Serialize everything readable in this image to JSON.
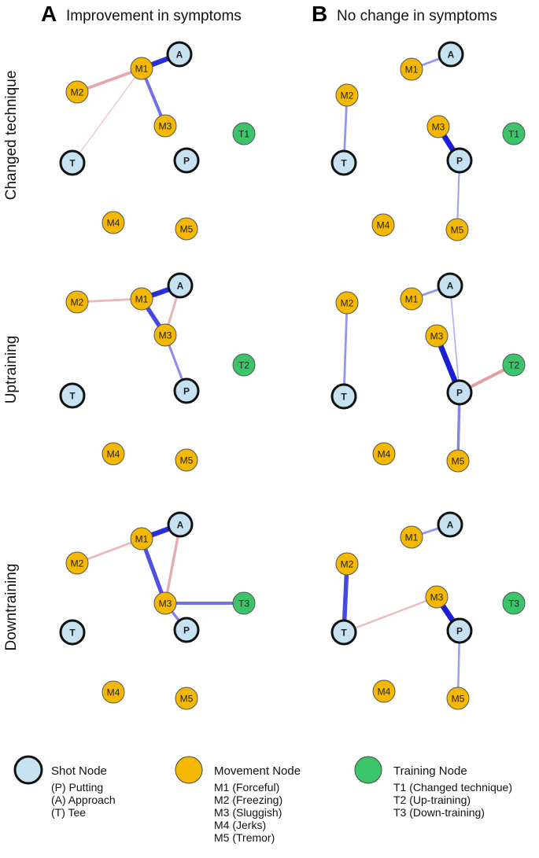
{
  "panels": [
    {
      "letter": "A",
      "title": "Improvement in symptoms"
    },
    {
      "letter": "B",
      "title": "No change in symptoms"
    }
  ],
  "rows": [
    {
      "label": "Changed technique"
    },
    {
      "label": "Uptraining"
    },
    {
      "label": "Downtraining"
    }
  ],
  "colors": {
    "shot": "#c6e2f0",
    "movement": "#f5b800",
    "training": "#3cc46a",
    "positive_edge": "#1a1fd6",
    "negative_edge": "#d06a6a"
  },
  "legend": [
    {
      "type": "shot",
      "title": "Shot Node",
      "items": [
        "(P) Putting",
        "(A) Approach",
        "(T) Tee"
      ]
    },
    {
      "type": "movement",
      "title": "Movement Node",
      "items": [
        "M1 (Forceful)",
        "M2 (Freezing)",
        "M3 (Sluggish)",
        "M4 (Jerks)",
        "M5 (Tremor)"
      ]
    },
    {
      "type": "training",
      "title": "Training Node",
      "items": [
        "T1 (Changed technique)",
        "T2 (Up-training)",
        "T3 (Down-training)"
      ]
    }
  ],
  "networks": [
    {
      "panel": "A",
      "row": "Changed technique",
      "nodes": [
        {
          "id": "M1",
          "type": "movement"
        },
        {
          "id": "A",
          "type": "shot"
        },
        {
          "id": "M2",
          "type": "movement"
        },
        {
          "id": "M3",
          "type": "movement"
        },
        {
          "id": "T1",
          "type": "training"
        },
        {
          "id": "T",
          "type": "shot"
        },
        {
          "id": "P",
          "type": "shot"
        },
        {
          "id": "M4",
          "type": "movement"
        },
        {
          "id": "M5",
          "type": "movement"
        }
      ],
      "edges": [
        {
          "from": "M1",
          "to": "A",
          "sign": "positive",
          "weight": 0.9
        },
        {
          "from": "M1",
          "to": "M2",
          "sign": "negative",
          "weight": 0.45
        },
        {
          "from": "M1",
          "to": "M3",
          "sign": "positive",
          "weight": 0.5
        },
        {
          "from": "M1",
          "to": "T",
          "sign": "negative",
          "weight": 0.1
        }
      ]
    },
    {
      "panel": "B",
      "row": "Changed technique",
      "nodes": [
        {
          "id": "M1",
          "type": "movement"
        },
        {
          "id": "A",
          "type": "shot"
        },
        {
          "id": "M2",
          "type": "movement"
        },
        {
          "id": "M3",
          "type": "movement"
        },
        {
          "id": "T1",
          "type": "training"
        },
        {
          "id": "T",
          "type": "shot"
        },
        {
          "id": "P",
          "type": "shot"
        },
        {
          "id": "M4",
          "type": "movement"
        },
        {
          "id": "M5",
          "type": "movement"
        }
      ],
      "edges": [
        {
          "from": "M1",
          "to": "A",
          "sign": "positive",
          "weight": 0.3
        },
        {
          "from": "M2",
          "to": "T",
          "sign": "positive",
          "weight": 0.3
        },
        {
          "from": "M3",
          "to": "P",
          "sign": "positive",
          "weight": 1.0
        },
        {
          "from": "P",
          "to": "M5",
          "sign": "positive",
          "weight": 0.2
        }
      ]
    },
    {
      "panel": "A",
      "row": "Uptraining",
      "nodes": [
        {
          "id": "M1",
          "type": "movement"
        },
        {
          "id": "A",
          "type": "shot"
        },
        {
          "id": "M2",
          "type": "movement"
        },
        {
          "id": "M3",
          "type": "movement"
        },
        {
          "id": "T2",
          "type": "training"
        },
        {
          "id": "T",
          "type": "shot"
        },
        {
          "id": "P",
          "type": "shot"
        },
        {
          "id": "M4",
          "type": "movement"
        },
        {
          "id": "M5",
          "type": "movement"
        }
      ],
      "edges": [
        {
          "from": "M1",
          "to": "A",
          "sign": "positive",
          "weight": 0.9
        },
        {
          "from": "M1",
          "to": "M2",
          "sign": "negative",
          "weight": 0.3
        },
        {
          "from": "M1",
          "to": "M3",
          "sign": "positive",
          "weight": 0.75
        },
        {
          "from": "A",
          "to": "M3",
          "sign": "negative",
          "weight": 0.35
        },
        {
          "from": "M3",
          "to": "P",
          "sign": "positive",
          "weight": 0.35
        }
      ]
    },
    {
      "panel": "B",
      "row": "Uptraining",
      "nodes": [
        {
          "id": "M1",
          "type": "movement"
        },
        {
          "id": "A",
          "type": "shot"
        },
        {
          "id": "M2",
          "type": "movement"
        },
        {
          "id": "M3",
          "type": "movement"
        },
        {
          "id": "T2",
          "type": "training"
        },
        {
          "id": "T",
          "type": "shot"
        },
        {
          "id": "P",
          "type": "shot"
        },
        {
          "id": "M4",
          "type": "movement"
        },
        {
          "id": "M5",
          "type": "movement"
        }
      ],
      "edges": [
        {
          "from": "M1",
          "to": "A",
          "sign": "positive",
          "weight": 0.3
        },
        {
          "from": "M2",
          "to": "T",
          "sign": "positive",
          "weight": 0.3
        },
        {
          "from": "A",
          "to": "P",
          "sign": "positive",
          "weight": 0.12
        },
        {
          "from": "M3",
          "to": "P",
          "sign": "positive",
          "weight": 1.0
        },
        {
          "from": "P",
          "to": "T2",
          "sign": "negative",
          "weight": 0.5
        },
        {
          "from": "P",
          "to": "M5",
          "sign": "positive",
          "weight": 0.4
        }
      ]
    },
    {
      "panel": "A",
      "row": "Downtraining",
      "nodes": [
        {
          "id": "M1",
          "type": "movement"
        },
        {
          "id": "A",
          "type": "shot"
        },
        {
          "id": "M2",
          "type": "movement"
        },
        {
          "id": "M3",
          "type": "movement"
        },
        {
          "id": "T3",
          "type": "training"
        },
        {
          "id": "T",
          "type": "shot"
        },
        {
          "id": "P",
          "type": "shot"
        },
        {
          "id": "M4",
          "type": "movement"
        },
        {
          "id": "M5",
          "type": "movement"
        }
      ],
      "edges": [
        {
          "from": "M1",
          "to": "A",
          "sign": "positive",
          "weight": 0.9
        },
        {
          "from": "M1",
          "to": "M2",
          "sign": "negative",
          "weight": 0.3
        },
        {
          "from": "M1",
          "to": "M3",
          "sign": "positive",
          "weight": 0.7
        },
        {
          "from": "A",
          "to": "M3",
          "sign": "negative",
          "weight": 0.4
        },
        {
          "from": "M3",
          "to": "T3",
          "sign": "positive",
          "weight": 0.5
        },
        {
          "from": "M3",
          "to": "P",
          "sign": "positive",
          "weight": 0.4
        }
      ]
    },
    {
      "panel": "B",
      "row": "Downtraining",
      "nodes": [
        {
          "id": "M1",
          "type": "movement"
        },
        {
          "id": "A",
          "type": "shot"
        },
        {
          "id": "M2",
          "type": "movement"
        },
        {
          "id": "M3",
          "type": "movement"
        },
        {
          "id": "T3",
          "type": "training"
        },
        {
          "id": "T",
          "type": "shot"
        },
        {
          "id": "P",
          "type": "shot"
        },
        {
          "id": "M4",
          "type": "movement"
        },
        {
          "id": "M5",
          "type": "movement"
        }
      ],
      "edges": [
        {
          "from": "M1",
          "to": "A",
          "sign": "positive",
          "weight": 0.3
        },
        {
          "from": "M2",
          "to": "T",
          "sign": "positive",
          "weight": 0.75
        },
        {
          "from": "T",
          "to": "M3",
          "sign": "negative",
          "weight": 0.25
        },
        {
          "from": "M3",
          "to": "P",
          "sign": "positive",
          "weight": 1.0
        },
        {
          "from": "P",
          "to": "M5",
          "sign": "positive",
          "weight": 0.25
        }
      ]
    }
  ]
}
